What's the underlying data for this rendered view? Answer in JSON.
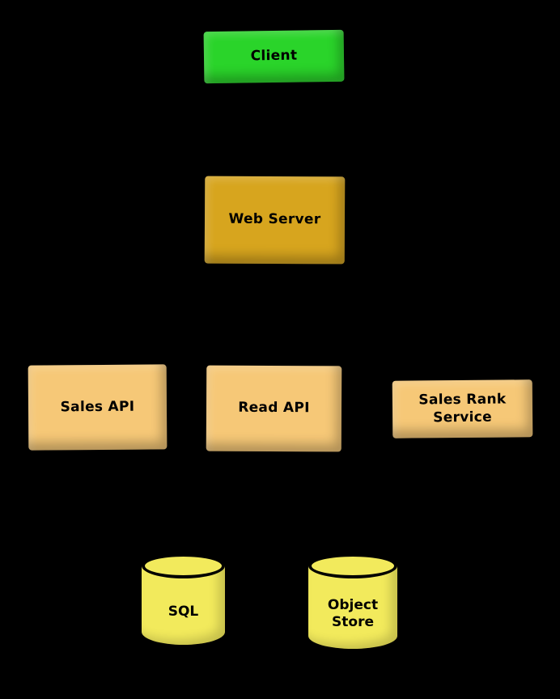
{
  "diagram": {
    "background_color": "#000000",
    "nodes": {
      "client": {
        "label": "Client",
        "shape": "box",
        "color": "#2ad42a"
      },
      "web_server": {
        "label": "Web Server",
        "shape": "box",
        "color": "#d7a51e"
      },
      "sales_api": {
        "label": "Sales API",
        "shape": "box",
        "color": "#f6c877"
      },
      "read_api": {
        "label": "Read API",
        "shape": "box",
        "color": "#f6c877"
      },
      "sales_rank_service": {
        "label": "Sales Rank Service",
        "shape": "box",
        "color": "#f6c877"
      },
      "sql": {
        "label": "SQL",
        "shape": "cylinder",
        "color": "#f2ea5c"
      },
      "object_store": {
        "label": "Object Store",
        "shape": "cylinder",
        "color": "#f2ea5c"
      }
    }
  }
}
